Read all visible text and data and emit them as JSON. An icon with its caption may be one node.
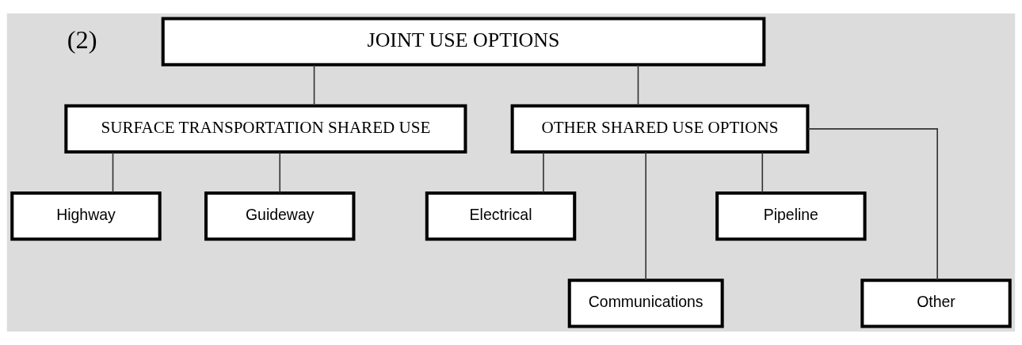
{
  "diagram": {
    "nodes": [
      {
        "text": [
          "JOINT USE OPTIONS"
        ]
      },
      {
        "text": [
          "SURFACE TRANSPORTATION SHARED USE"
        ]
      },
      {
        "text": [
          "OTHER SHARED USE OPTIONS"
        ]
      },
      {
        "text": [
          "Highway"
        ]
      },
      {
        "text": [
          "Guideway"
        ]
      },
      {
        "text": [
          "Electrical"
        ]
      },
      {
        "text": [
          "Communications"
        ]
      },
      {
        "text": [
          "Pipeline"
        ]
      },
      {
        "text": [
          "Other"
        ]
      }
    ],
    "edges": [
      {
        "from": 0,
        "to": 1,
        "arrow": "none"
      },
      {
        "from": 0,
        "to": 2,
        "arrow": "none"
      },
      {
        "from": 1,
        "to": 3,
        "arrow": "none"
      },
      {
        "from": 1,
        "to": 4,
        "arrow": "none"
      },
      {
        "from": 2,
        "to": 5,
        "arrow": "none"
      },
      {
        "from": 2,
        "to": 6,
        "arrow": "none"
      },
      {
        "from": 2,
        "to": 7,
        "arrow": "none"
      },
      {
        "from": 2,
        "to": 8,
        "arrow": "none"
      }
    ],
    "labels": [
      "(2)"
    ]
  }
}
